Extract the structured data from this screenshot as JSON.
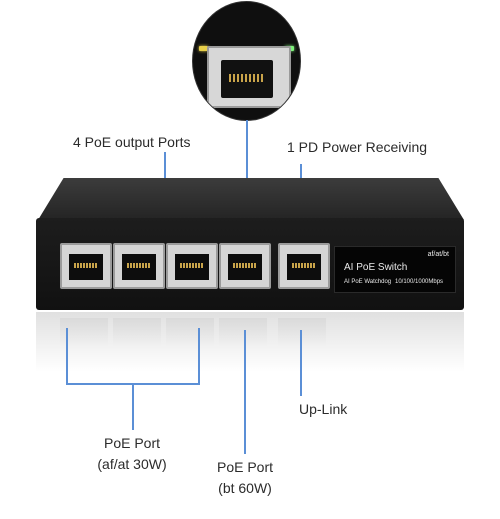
{
  "labels": {
    "poe_output": "4 PoE output Ports",
    "pd_power": "1 PD Power Receiving",
    "uplink": "Up-Link",
    "poe_port_at_line1": "PoE Port",
    "poe_port_at_line2": "(af/at 30W)",
    "poe_port_bt_line1": "PoE Port",
    "poe_port_bt_line2": "(bt 60W)"
  },
  "panel": {
    "standards": "af/at/bt",
    "product": "AI PoE Switch",
    "watchdog": "AI PoE Watchdog",
    "speed": "10/100/1000Mbps"
  },
  "colors": {
    "callout_line": "#5b8fd6",
    "device_body": "#1d1d1d",
    "led_green": "#7ef07a",
    "led_yellow": "#e8d04a"
  },
  "port_count": {
    "poe": 4,
    "uplink": 1
  }
}
